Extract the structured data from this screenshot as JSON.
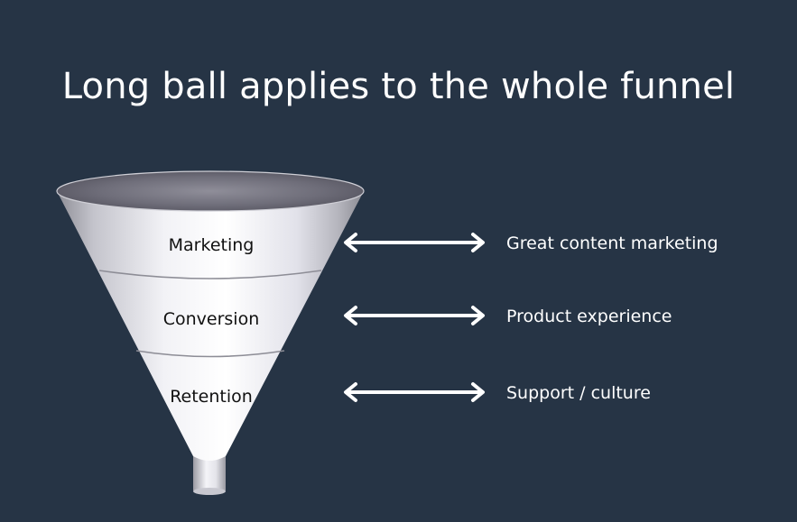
{
  "slide": {
    "title": "Long ball applies to the whole funnel"
  },
  "funnel": {
    "stages": [
      {
        "label": "Marketing",
        "description": "Great content marketing"
      },
      {
        "label": "Conversion",
        "description": "Product experience"
      },
      {
        "label": "Retention",
        "description": "Support / culture"
      }
    ],
    "icons": [
      "double-arrow-icon"
    ]
  },
  "colors": {
    "background": "#263445",
    "title_text": "#ffffff",
    "stage_text": "#111111",
    "description_text": "#ffffff",
    "arrow": "#ffffff"
  }
}
